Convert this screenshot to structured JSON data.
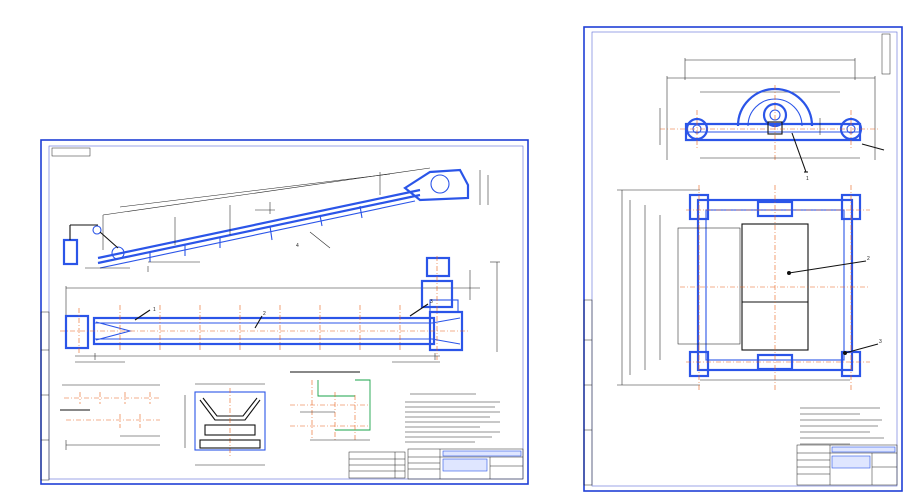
{
  "colors": {
    "frame": "#1f3fd6",
    "part_outline": "#2b55e8",
    "axis_line": "#e8611a",
    "dimension_line": "#222222",
    "highlight_green": "#1aa34a"
  },
  "sheet_left": {
    "corner_label": "",
    "stamp_code": "",
    "stamp_title": "",
    "callouts": [
      "1",
      "2",
      "3",
      "4"
    ]
  },
  "sheet_right": {
    "corner_label": "",
    "stamp_code": "",
    "stamp_title": "",
    "callouts": [
      "1",
      "2",
      "3"
    ]
  }
}
